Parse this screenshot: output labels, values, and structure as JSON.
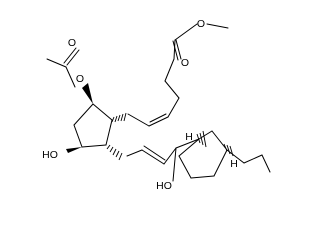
{
  "molecule": {
    "atom_labels": {
      "acetate_carbonyl_o": "O",
      "acetate_ester_o": "O",
      "methyl_ester_o": "O",
      "methyl_carbonyl_o": "O",
      "ring_hydroxyl": "HO",
      "side_chain_hydroxyl": "HO"
    },
    "stereo_h_labels": [
      "H",
      "H"
    ]
  }
}
